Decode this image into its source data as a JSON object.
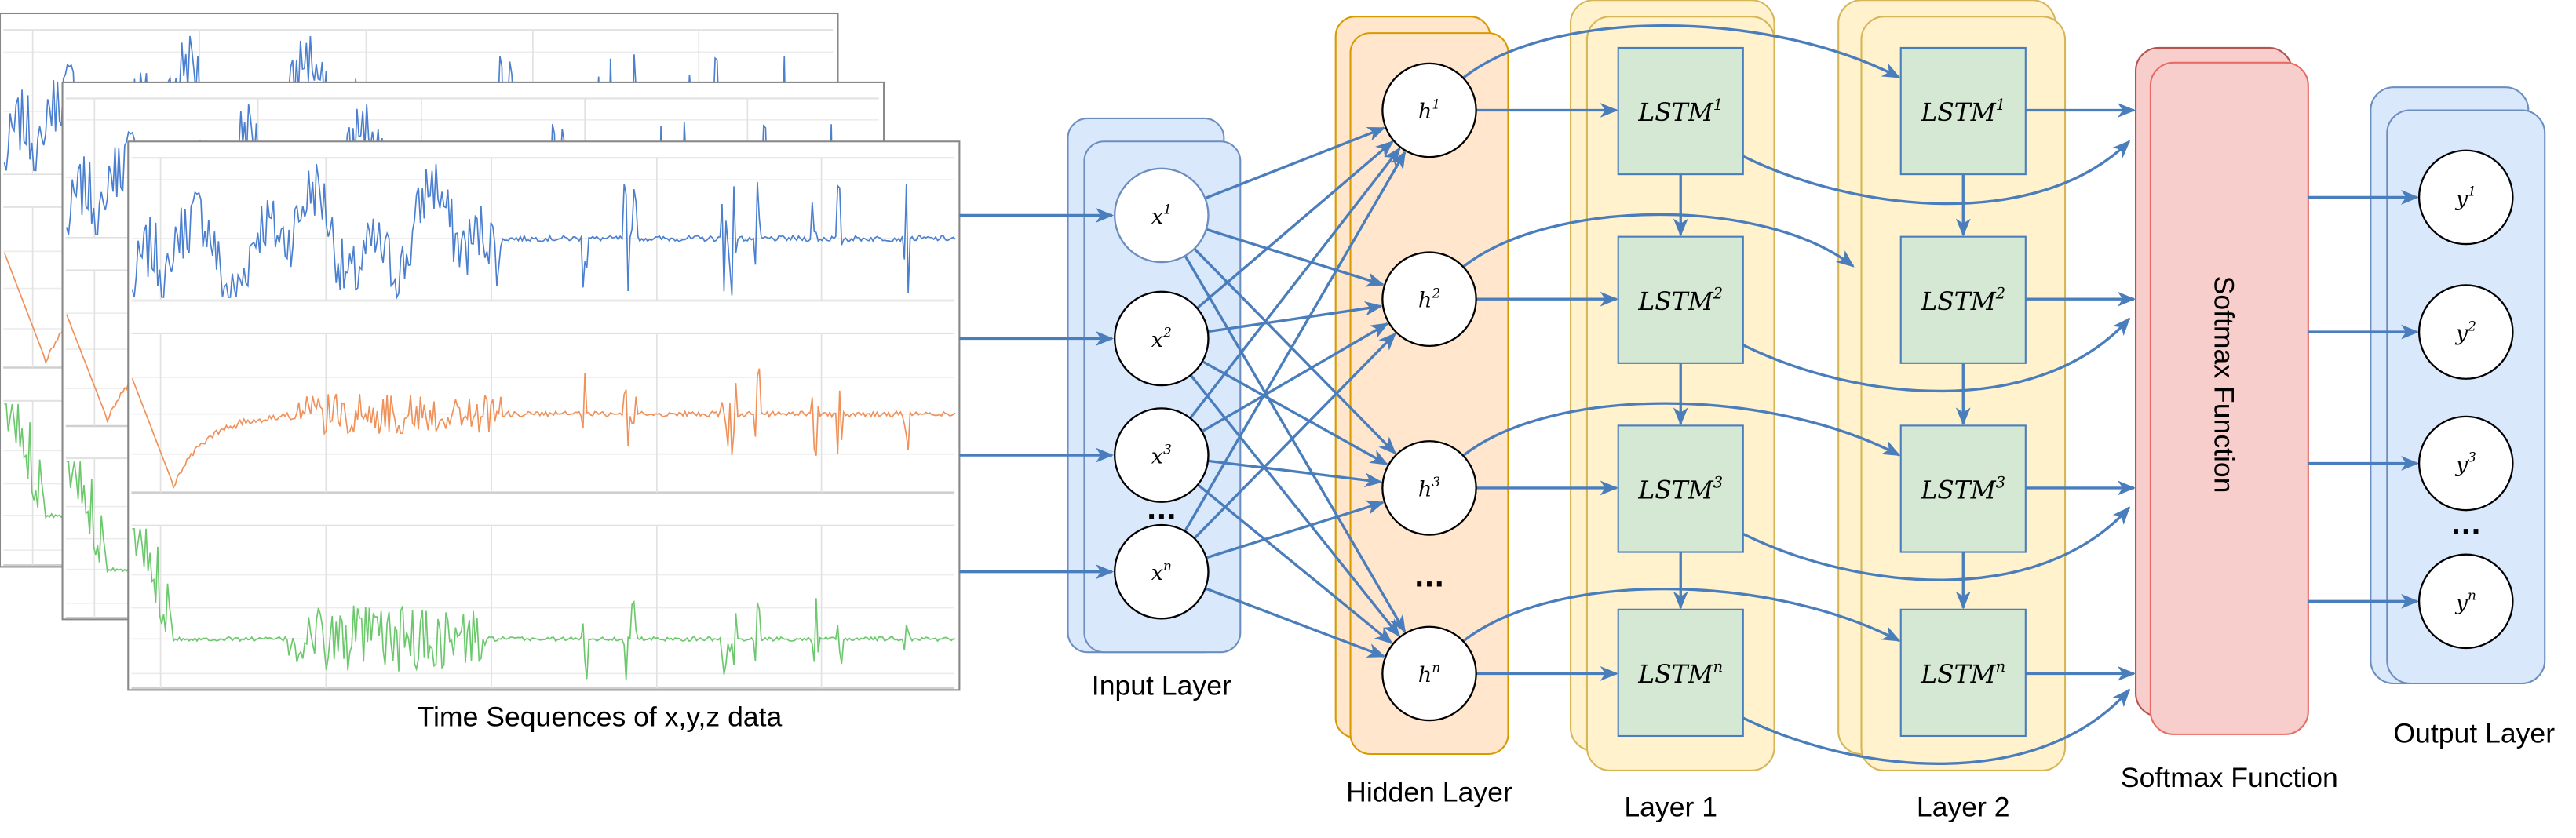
{
  "diagram": {
    "time_series_caption": "Time Sequences of x,y,z data",
    "layer_labels": {
      "input": "Input Layer",
      "hidden": "Hidden Layer",
      "layer1": "Layer 1",
      "layer2": "Layer 2",
      "softmax": "Softmax Function",
      "output": "Output Layer"
    },
    "softmax_box_label": "Softmax Function",
    "ellipsis": "...",
    "input_nodes": [
      {
        "base": "x",
        "sup": "1"
      },
      {
        "base": "x",
        "sup": "2"
      },
      {
        "base": "x",
        "sup": "3"
      },
      {
        "base": "x",
        "sup": "n"
      }
    ],
    "hidden_nodes": [
      {
        "base": "h",
        "sup": "1"
      },
      {
        "base": "h",
        "sup": "2"
      },
      {
        "base": "h",
        "sup": "3"
      },
      {
        "base": "h",
        "sup": "n"
      }
    ],
    "lstm_layer1": [
      {
        "base": "LSTM",
        "sup": "1"
      },
      {
        "base": "LSTM",
        "sup": "2"
      },
      {
        "base": "LSTM",
        "sup": "3"
      },
      {
        "base": "LSTM",
        "sup": "n"
      }
    ],
    "lstm_layer2": [
      {
        "base": "LSTM",
        "sup": "1"
      },
      {
        "base": "LSTM",
        "sup": "2"
      },
      {
        "base": "LSTM",
        "sup": "3"
      },
      {
        "base": "LSTM",
        "sup": "n"
      }
    ],
    "output_nodes": [
      {
        "base": "y",
        "sup": "1"
      },
      {
        "base": "y",
        "sup": "2"
      },
      {
        "base": "y",
        "sup": "3"
      },
      {
        "base": "y",
        "sup": "n"
      }
    ],
    "colors": {
      "arrow": "#4a7dbb",
      "input_output_fill": "#dae8fc",
      "input_output_stroke": "#6c8ebf",
      "hidden_fill": "#ffe6cc",
      "hidden_stroke": "#d79b00",
      "lstm_layer_fill": "#fff2cc",
      "lstm_layer_stroke": "#d6b656",
      "lstm_cell_fill": "#d5e8d4",
      "lstm_cell_stroke": "#4a7dbb",
      "softmax_fill": "#f8cecc",
      "softmax_stroke": "#ea6b66",
      "series_x": "#4b7fd0",
      "series_y": "#f0915a",
      "series_z": "#6cc86c"
    }
  }
}
